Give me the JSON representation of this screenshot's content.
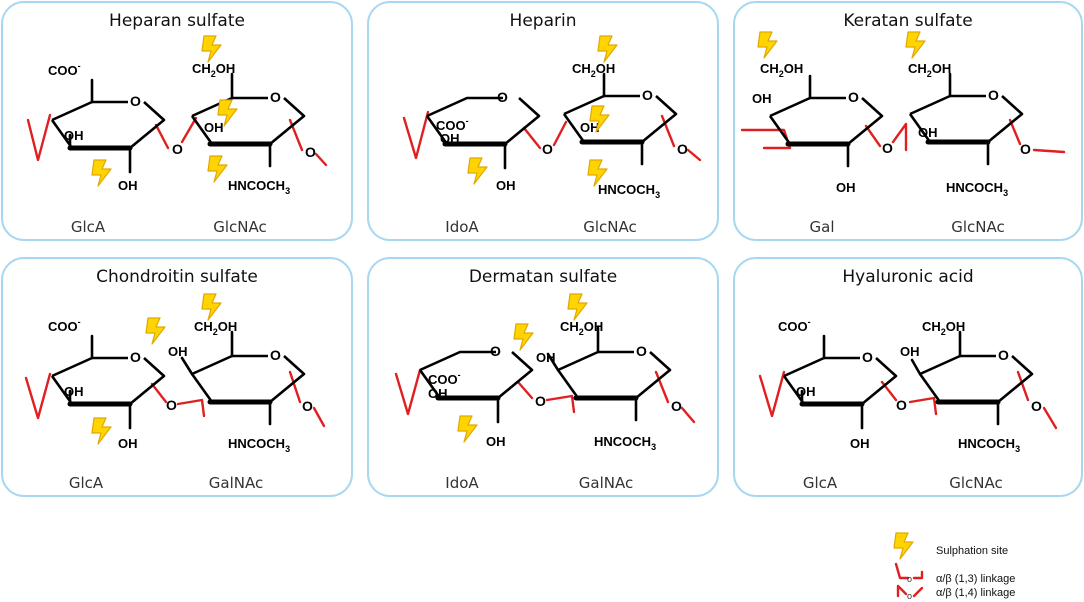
{
  "colors": {
    "panel_border": "#a8d8f0",
    "linkage": "#e02020",
    "bond": "#000000",
    "bolt_fill": "#ffd400",
    "bolt_stroke": "#e0a800"
  },
  "icons": {
    "sulphation": "lightning-bolt-icon"
  },
  "labels": {
    "ring_oxygen": "O",
    "glycosidic_o": "O"
  },
  "panels": [
    {
      "title": "Heparan sulfate",
      "units": [
        "GlcA",
        "GlcNAc"
      ],
      "groups": [
        "COO",
        "-",
        "OH",
        "OH",
        "CH",
        "2",
        "OH",
        "OH",
        "HNCOCH",
        "3"
      ]
    },
    {
      "title": "Heparin",
      "units": [
        "IdoA",
        "GlcNAc"
      ],
      "groups": [
        "COO",
        "-",
        "OH",
        "OH",
        "CH",
        "2",
        "OH",
        "OH",
        "HNCOCH",
        "3"
      ]
    },
    {
      "title": "Keratan sulfate",
      "units": [
        "Gal",
        "GlcNAc"
      ],
      "groups": [
        "CH",
        "2",
        "OH",
        "OH",
        "OH",
        "CH",
        "2",
        "OH",
        "OH",
        "HNCOCH",
        "3"
      ]
    },
    {
      "title": "Chondroitin sulfate",
      "units": [
        "GlcA",
        "GalNAc"
      ],
      "groups": [
        "COO",
        "-",
        "OH",
        "OH",
        "OH",
        "CH",
        "2",
        "OH",
        "HNCOCH",
        "3"
      ]
    },
    {
      "title": "Dermatan sulfate",
      "units": [
        "IdoA",
        "GalNAc"
      ],
      "groups": [
        "COO",
        "-",
        "OH",
        "OH",
        "OH",
        "CH",
        "2",
        "OH",
        "HNCOCH",
        "3"
      ]
    },
    {
      "title": "Hyaluronic acid",
      "units": [
        "GlcA",
        "GlcNAc"
      ],
      "groups": [
        "COO",
        "-",
        "OH",
        "OH",
        "OH",
        "CH",
        "2",
        "OH",
        "HNCOCH",
        "3"
      ]
    }
  ],
  "legend": {
    "sulphation_site": "Sulphation site",
    "linkage_13": "α/β (1,3) linkage",
    "linkage_14": "α/β (1,4) linkage"
  }
}
